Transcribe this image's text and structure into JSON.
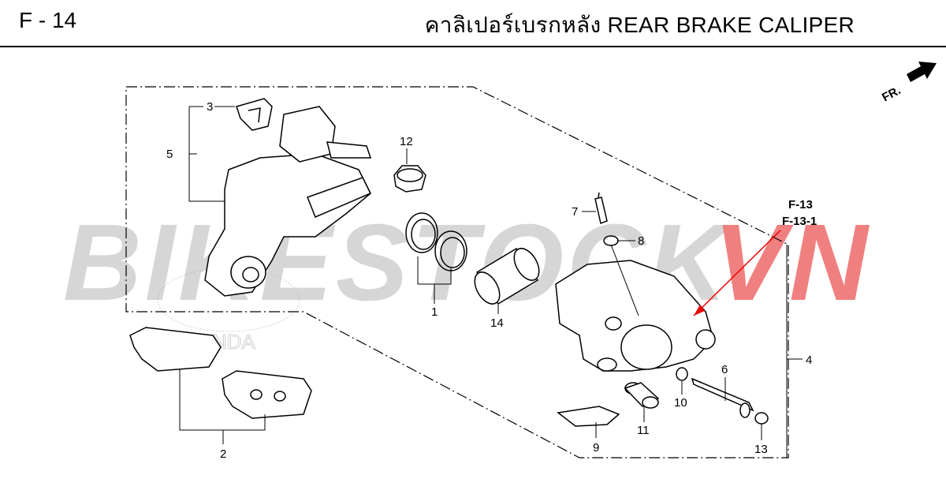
{
  "header": {
    "page_code": "F - 14",
    "title": "คาลิเปอร์เบรกหลัง  REAR BRAKE CALIPER"
  },
  "orientation": {
    "label": "FR."
  },
  "watermark": {
    "text_gray": "BIKESTOCK",
    "text_red": "VN",
    "red_color": "#e85a5a",
    "gray_color": "#c9c9c9"
  },
  "references": {
    "ref_a": "F-13",
    "ref_b": "F-13-1"
  },
  "callouts": {
    "c1": "1",
    "c2": "2",
    "c3": "3",
    "c4": "4",
    "c5": "5",
    "c6": "6",
    "c7": "7",
    "c8": "8",
    "c9": "9",
    "c10": "10",
    "c11": "11",
    "c12": "12",
    "c13": "13",
    "c14": "14"
  }
}
